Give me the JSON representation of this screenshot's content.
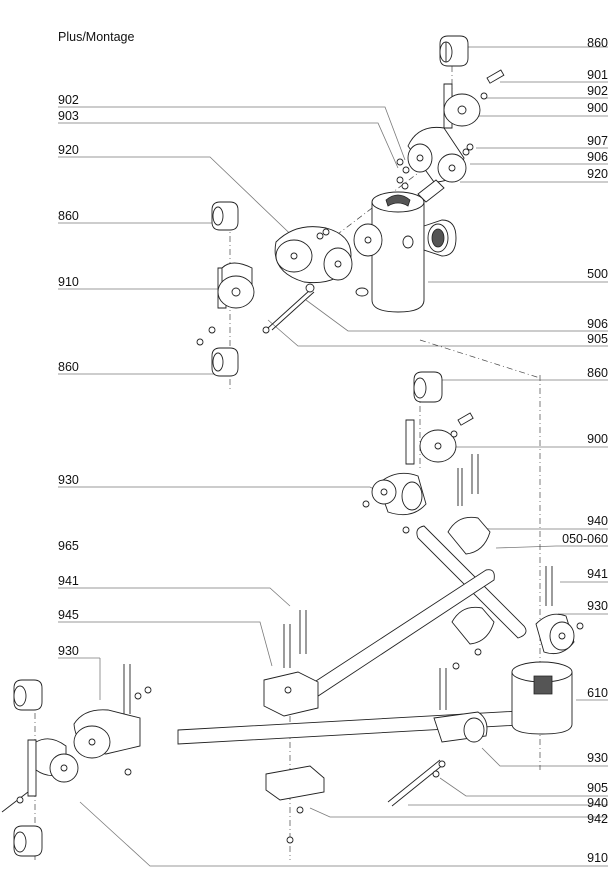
{
  "title": "Plus/Montage",
  "labels": {
    "l860a": "860",
    "l901": "901",
    "l902r": "902",
    "l900a": "900",
    "l907": "907",
    "l906a": "906",
    "l920r": "920",
    "l902l": "902",
    "l903": "903",
    "l920l": "920",
    "l860b": "860",
    "l910a": "910",
    "l500": "500",
    "l906b": "906",
    "l905a": "905",
    "l860c": "860",
    "l860d": "860",
    "l900b": "900",
    "l930a": "930",
    "l940a": "940",
    "l050": "050-060",
    "l965": "965",
    "l941a": "941",
    "l941b": "941",
    "l945": "945",
    "l930b": "930",
    "l930c": "930",
    "l610": "610",
    "l930d": "930",
    "l905b": "905",
    "l940b": "940",
    "l942": "942",
    "l910b": "910"
  }
}
